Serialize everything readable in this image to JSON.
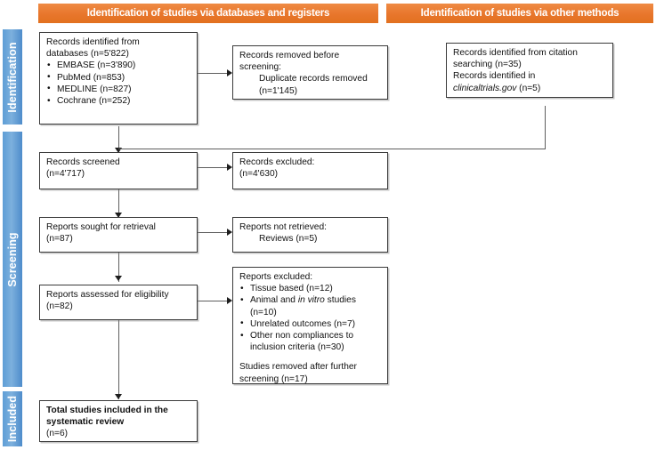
{
  "diagram": {
    "title": "PRISMA flow diagram",
    "colors": {
      "header_orange": "#E8762C",
      "stage_blue": "#5B9BD5",
      "box_border": "#3A3A3A",
      "connector": "#5E5E5E",
      "text": "#111111"
    }
  },
  "headers": [
    {
      "id": "databases",
      "label": "Identification of studies via databases and registers"
    },
    {
      "id": "other",
      "label": "Identification of studies via other methods"
    }
  ],
  "stages": [
    {
      "id": "identification",
      "label": "Identification"
    },
    {
      "id": "screening",
      "label": "Screening"
    },
    {
      "id": "included",
      "label": "Included"
    }
  ],
  "boxes": {
    "records_identified": {
      "name": "records-identified-from-databases",
      "line1": "Records identified from",
      "line2": "databases (n=5'822)",
      "bullets": [
        "EMBASE (n=3'890)",
        "PubMed (n=853)",
        "MEDLINE (n=827)",
        "Cochrane (n=252)"
      ]
    },
    "records_removed": {
      "name": "records-removed-before-screening",
      "line1": "Records removed before",
      "line2": "screening:",
      "line3": "Duplicate records removed",
      "line4": "(n=1'145)"
    },
    "citation_searching": {
      "name": "records-identified-other-methods",
      "line1": "Records identified from citation",
      "line2": "searching (n=35)",
      "line3": "Records identified in",
      "line4_italic": "clinicaltrials.gov",
      "line4_rest": " (n=5)"
    },
    "records_screened": {
      "name": "records-screened",
      "line1": "Records screened",
      "line2": "(n=4'717)"
    },
    "records_excluded": {
      "name": "records-excluded",
      "line1": "Records excluded:",
      "line2": "(n=4'630)"
    },
    "reports_sought": {
      "name": "reports-sought-for-retrieval",
      "line1": "Reports sought for retrieval",
      "line2": "(n=87)"
    },
    "reports_not_retrieved": {
      "name": "reports-not-retrieved",
      "line1": "Reports not retrieved:",
      "line2": "Reviews (n=5)"
    },
    "reports_assessed": {
      "name": "reports-assessed-for-eligibility",
      "line1": "Reports assessed for eligibility",
      "line2": "(n=82)"
    },
    "reports_excluded": {
      "name": "reports-excluded",
      "line1": "Reports excluded:",
      "bullet1": "Tissue based (n=12)",
      "bullet2_pre": "Animal and ",
      "bullet2_italic": "in vitro",
      "bullet2_post": " studies",
      "bullet2_line2": "(n=10)",
      "bullet3": "Unrelated outcomes (n=7)",
      "bullet4_line1": "Other non compliances to",
      "bullet4_line2": "inclusion criteria (n=30)",
      "footer_line1": "Studies removed after further",
      "footer_line2": "screening (n=17)"
    },
    "total_included": {
      "name": "total-studies-included",
      "line1": "Total studies included in the",
      "line2": "systematic review",
      "line3": "(n=6)"
    }
  },
  "flow_data": {
    "type": "prisma-flow",
    "identified_databases_total": 5822,
    "identified_sources": [
      {
        "source": "EMBASE",
        "n": 3890
      },
      {
        "source": "PubMed",
        "n": 853
      },
      {
        "source": "MEDLINE",
        "n": 827
      },
      {
        "source": "Cochrane",
        "n": 252
      }
    ],
    "duplicates_removed": 1145,
    "citation_searching": 35,
    "clinicaltrials_gov": 5,
    "screened": 4717,
    "excluded_at_screening": 4630,
    "sought_for_retrieval": 87,
    "not_retrieved_reviews": 5,
    "assessed_for_eligibility": 82,
    "excluded_reasons": [
      {
        "reason": "Tissue based",
        "n": 12
      },
      {
        "reason": "Animal and in vitro studies",
        "n": 10
      },
      {
        "reason": "Unrelated outcomes",
        "n": 7
      },
      {
        "reason": "Other non compliances to inclusion criteria",
        "n": 30
      }
    ],
    "removed_after_further_screening": 17,
    "total_included": 6
  }
}
